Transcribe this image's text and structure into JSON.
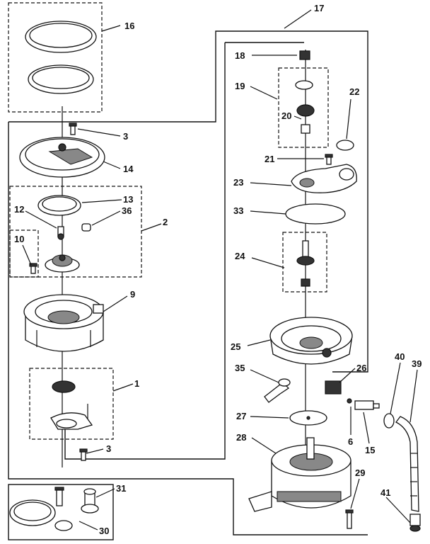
{
  "callouts": [
    {
      "id": "c16",
      "text": "16"
    },
    {
      "id": "c17",
      "text": "17"
    },
    {
      "id": "c18",
      "text": "18"
    },
    {
      "id": "c19",
      "text": "19"
    },
    {
      "id": "c20",
      "text": "20"
    },
    {
      "id": "c21",
      "text": "21"
    },
    {
      "id": "c22",
      "text": "22"
    },
    {
      "id": "c23",
      "text": "23"
    },
    {
      "id": "c33",
      "text": "33"
    },
    {
      "id": "c24",
      "text": "24"
    },
    {
      "id": "c25",
      "text": "25"
    },
    {
      "id": "c26",
      "text": "26"
    },
    {
      "id": "c35",
      "text": "35"
    },
    {
      "id": "c27",
      "text": "27"
    },
    {
      "id": "c28",
      "text": "28"
    },
    {
      "id": "c29",
      "text": "29"
    },
    {
      "id": "c40",
      "text": "40"
    },
    {
      "id": "c39",
      "text": "39"
    },
    {
      "id": "c6",
      "text": "6"
    },
    {
      "id": "c15",
      "text": "15"
    },
    {
      "id": "c41",
      "text": "41"
    },
    {
      "id": "c3a",
      "text": "3"
    },
    {
      "id": "c14",
      "text": "14"
    },
    {
      "id": "c13",
      "text": "13"
    },
    {
      "id": "c12",
      "text": "12"
    },
    {
      "id": "c36",
      "text": "36"
    },
    {
      "id": "c2",
      "text": "2"
    },
    {
      "id": "c10",
      "text": "10"
    },
    {
      "id": "c9",
      "text": "9"
    },
    {
      "id": "c1",
      "text": "1"
    },
    {
      "id": "c3b",
      "text": "3"
    },
    {
      "id": "c31",
      "text": "31"
    },
    {
      "id": "c30",
      "text": "30"
    }
  ]
}
